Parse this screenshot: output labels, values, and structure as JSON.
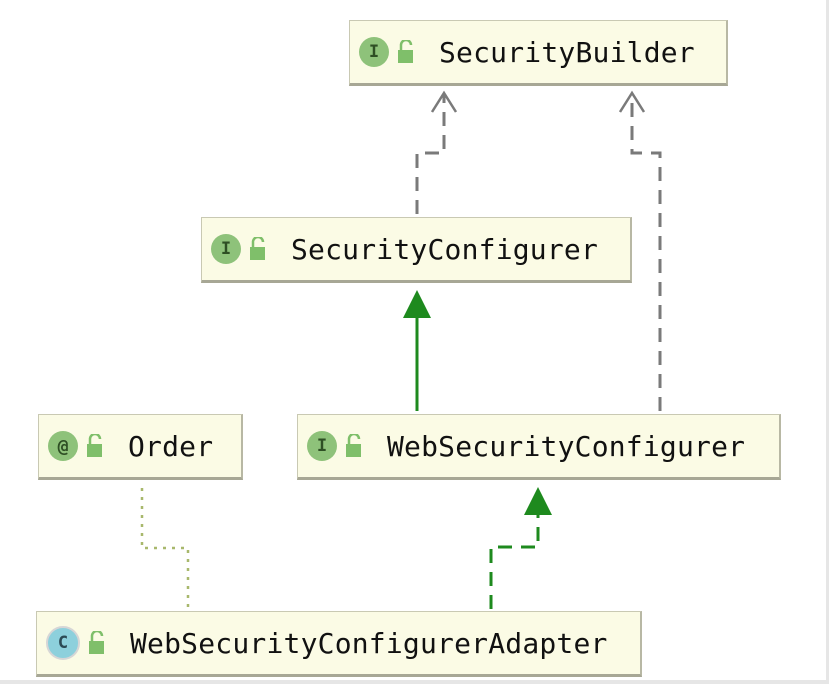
{
  "diagram": {
    "type": "uml-class-hierarchy",
    "nodes": {
      "security_builder": {
        "kind": "interface",
        "badge": "I",
        "label": "SecurityBuilder"
      },
      "security_configurer": {
        "kind": "interface",
        "badge": "I",
        "label": "SecurityConfigurer"
      },
      "order": {
        "kind": "annotation",
        "badge": "@",
        "label": "Order"
      },
      "web_security_configurer": {
        "kind": "interface",
        "badge": "I",
        "label": "WebSecurityConfigurer"
      },
      "web_security_configurer_adapter": {
        "kind": "class",
        "badge": "C",
        "label": "WebSecurityConfigurerAdapter"
      }
    },
    "edges": [
      {
        "from": "security_configurer",
        "to": "security_builder",
        "style": "dashed-gray",
        "arrow": "open"
      },
      {
        "from": "web_security_configurer",
        "to": "security_builder",
        "style": "dashed-gray",
        "arrow": "open"
      },
      {
        "from": "web_security_configurer",
        "to": "security_configurer",
        "style": "solid-green",
        "arrow": "filled"
      },
      {
        "from": "web_security_configurer_adapter",
        "to": "web_security_configurer",
        "style": "dashed-green",
        "arrow": "filled"
      },
      {
        "from": "web_security_configurer_adapter",
        "to": "order",
        "style": "dotted-olive",
        "arrow": "none"
      }
    ]
  },
  "colors": {
    "node_fill": "#fbfbe5",
    "interface_badge": "#8ec27a",
    "class_badge": "#8dd0dc",
    "lock_icon": "#7fbf6a",
    "dependency_edge": "#7a7a7a",
    "extends_edge": "#1e8a1e",
    "annotation_edge": "#a8b86c"
  }
}
